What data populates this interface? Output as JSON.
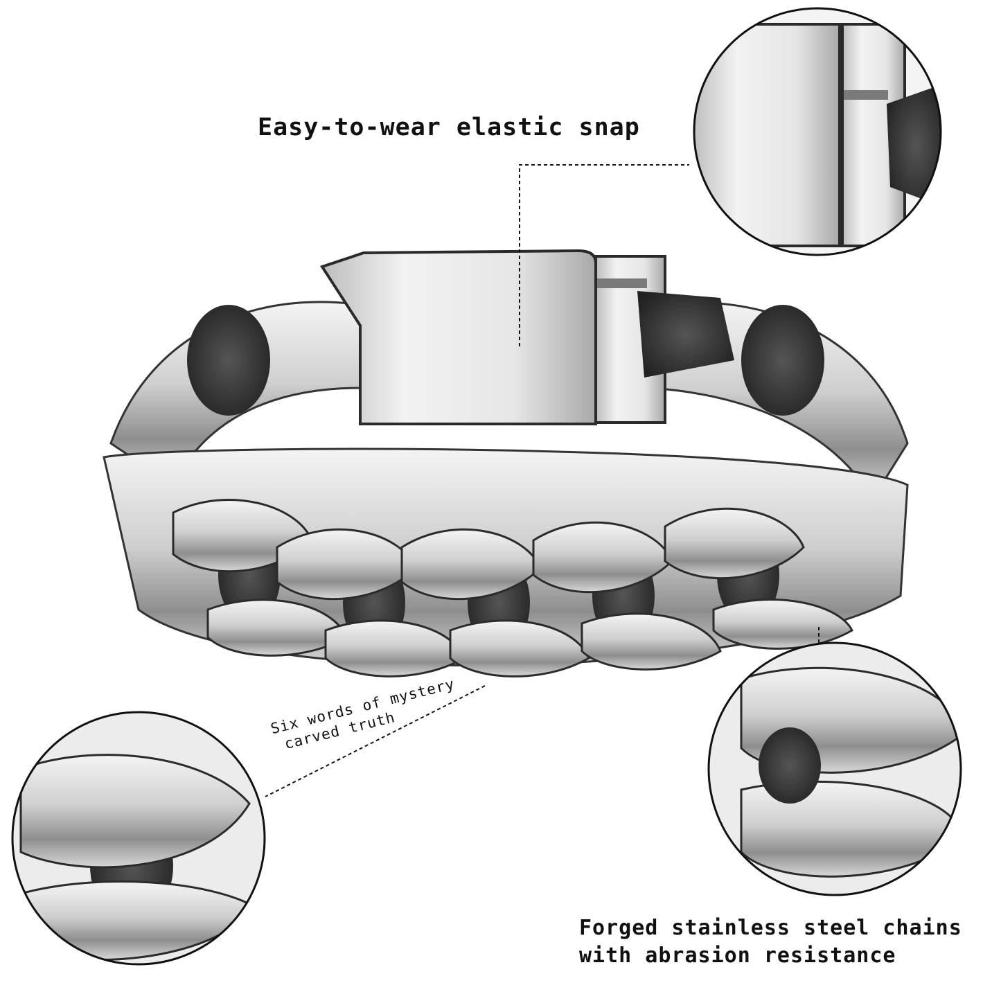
{
  "labels": {
    "snap": "Easy-to-wear elastic snap",
    "six_line1": "Six words of mystery",
    "six_line2": "carved truth",
    "forged_line1": "Forged stainless steel chains",
    "forged_line2": "with abrasion resistance"
  },
  "colors": {
    "background": "#ffffff",
    "steel_light": "#e8e8e8",
    "steel_mid": "#b4b4b4",
    "steel_dark": "#3a3a3a",
    "ink": "#111111"
  }
}
